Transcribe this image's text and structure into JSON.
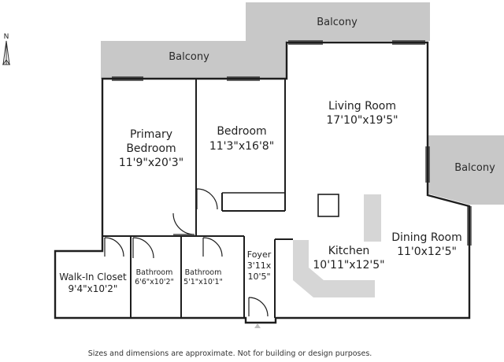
{
  "colors": {
    "balcony": "#c8c8c8",
    "counter": "#d6d6d6",
    "wall": "#1e1e1e",
    "background": "#ffffff"
  },
  "compass": {
    "north_label": "N",
    "icon": "north-arrow-icon"
  },
  "balconies": {
    "top_left": {
      "label": "Balcony"
    },
    "top_right": {
      "label": "Balcony"
    },
    "right": {
      "label": "Balcony"
    }
  },
  "rooms": {
    "primary_bedroom": {
      "name_line1": "Primary",
      "name_line2": "Bedroom",
      "dims": "11'9\"x20'3\""
    },
    "bedroom": {
      "name": "Bedroom",
      "dims": "11'3\"x16'8\""
    },
    "living_room": {
      "name": "Living Room",
      "dims": "17'10\"x19'5\""
    },
    "dining_room": {
      "name": "Dining Room",
      "dims": "11'0x12'5\""
    },
    "kitchen": {
      "name": "Kitchen",
      "dims": "10'11\"x12'5\""
    },
    "walk_in_closet": {
      "name": "Walk-In Closet",
      "dims": "9'4\"x10'2\""
    },
    "bathroom_1": {
      "name": "Bathroom",
      "dims": "6'6\"x10'2\""
    },
    "bathroom_2": {
      "name": "Bathroom",
      "dims": "5'1\"x10'1\""
    },
    "foyer": {
      "name": "Foyer",
      "dims_line1": "3'11x",
      "dims_line2": "10'5\""
    }
  },
  "disclaimer": "Sizes and dimensions are approximate. Not for building or design purposes."
}
